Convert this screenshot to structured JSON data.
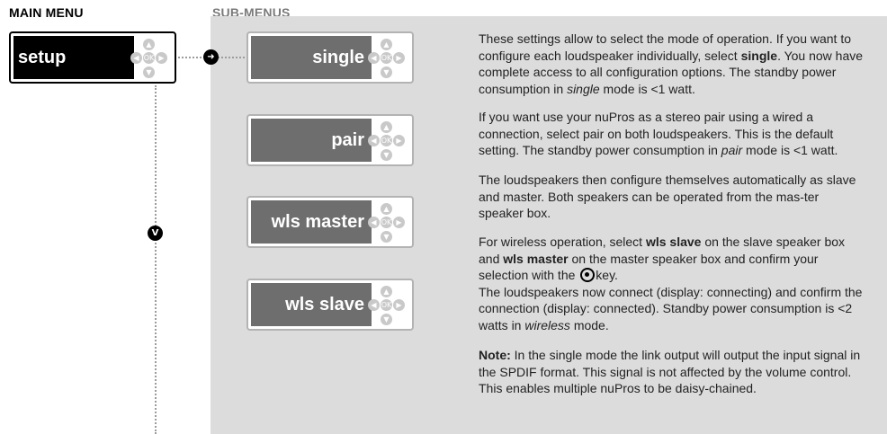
{
  "headings": {
    "main": "MAIN MENU",
    "sub": "SUB-MENUS"
  },
  "main_menu": {
    "label": "setup"
  },
  "sub_menus": [
    {
      "label": "single"
    },
    {
      "label": "pair"
    },
    {
      "label": "wls master"
    },
    {
      "label": "wls slave"
    }
  ],
  "controls": {
    "up": "▲",
    "down": "▼",
    "left": "◀",
    "right": "▶",
    "ok": "OK"
  },
  "badges": {
    "right_arrow": "➜",
    "down_arrow": "V"
  },
  "paragraphs": {
    "p1": {
      "a": "These settings allow to select the mode of operation. If you want to configure each loudspeaker individually, select ",
      "b": "single",
      "c": ". You now have complete access to all configuration options. The standby power consumption in ",
      "d": "single",
      "e": " mode is <1 watt."
    },
    "p2": {
      "a": "If you want use your nuPros as a stereo pair using a wired a connection, select pair on both loudspeakers. This is the default setting. The standby power consumption in ",
      "b": "pair",
      "c": " mode is <1 watt."
    },
    "p3": {
      "a": "The loudspeakers then configure themselves automatically as slave and master. Both speakers can be operated from the mas-ter speaker box."
    },
    "p4": {
      "a": "For wireless operation, select ",
      "b": "wls slave",
      "c": " on the slave speaker box and ",
      "d": "wls master",
      "e": " on the master speaker box and confirm your selection with the ",
      "f": "key.",
      "g": "The loudspeakers now connect (display: connecting) and confirm the connection (display: connected). Standby power consumption is <2 watts in ",
      "h": "wireless",
      "i": " mode."
    },
    "p5": {
      "a": "Note:",
      "b": " In the single mode the link output will output the input signal in the SPDIF format. This signal is not affected by the volume control. This enables multiple nuPros to be daisy-chained."
    }
  }
}
